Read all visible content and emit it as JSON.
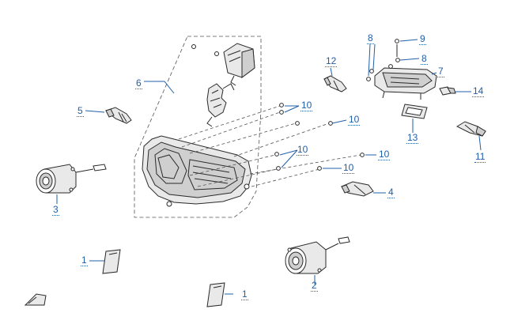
{
  "diagram": {
    "callouts": [
      {
        "id": "c1a",
        "label": "1"
      },
      {
        "id": "c1b",
        "label": "1"
      },
      {
        "id": "c2",
        "label": "2"
      },
      {
        "id": "c3",
        "label": "3"
      },
      {
        "id": "c4",
        "label": "4"
      },
      {
        "id": "c5",
        "label": "5"
      },
      {
        "id": "c6",
        "label": "6"
      },
      {
        "id": "c7",
        "label": "7"
      },
      {
        "id": "c8a",
        "label": "8"
      },
      {
        "id": "c8b",
        "label": "8"
      },
      {
        "id": "c9",
        "label": "9"
      },
      {
        "id": "c10a",
        "label": "10"
      },
      {
        "id": "c10b",
        "label": "10"
      },
      {
        "id": "c10c",
        "label": "10"
      },
      {
        "id": "c10d",
        "label": "10"
      },
      {
        "id": "c10e",
        "label": "10"
      },
      {
        "id": "c11",
        "label": "11"
      },
      {
        "id": "c12",
        "label": "12"
      },
      {
        "id": "c13",
        "label": "13"
      },
      {
        "id": "c14",
        "label": "14"
      }
    ],
    "colors": {
      "callout": "#1f5fa8",
      "line": "#2a2a2a"
    }
  }
}
